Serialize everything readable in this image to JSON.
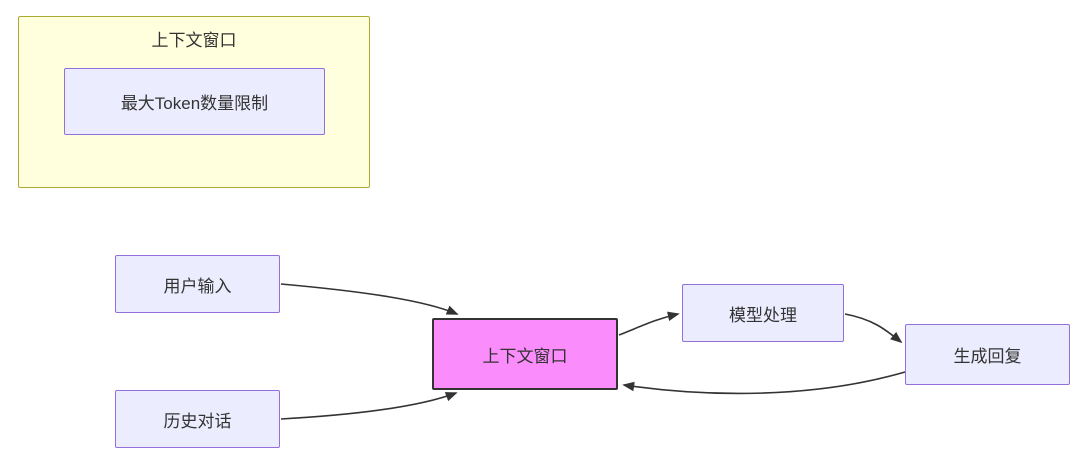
{
  "diagram": {
    "subgraph": {
      "title": "上下文窗口",
      "node_max_token": "最大Token数量限制"
    },
    "nodes": {
      "user_input": "用户输入",
      "history_dialog": "历史对话",
      "context_window": "上下文窗口",
      "model_processing": "模型处理",
      "generate_reply": "生成回复"
    },
    "edges": [
      {
        "from": "用户输入",
        "to": "上下文窗口"
      },
      {
        "from": "历史对话",
        "to": "上下文窗口"
      },
      {
        "from": "上下文窗口",
        "to": "模型处理"
      },
      {
        "from": "模型处理",
        "to": "生成回复"
      },
      {
        "from": "生成回复",
        "to": "上下文窗口"
      }
    ],
    "colors": {
      "subgraph_fill": "#FFFFDE",
      "subgraph_border": "#AAAA33",
      "node_fill": "#ECECFF",
      "node_border": "#9370DB",
      "highlight_fill": "#FB8CFB",
      "highlight_border": "#333333",
      "edge_color": "#333333",
      "text_color": "#333333"
    }
  }
}
